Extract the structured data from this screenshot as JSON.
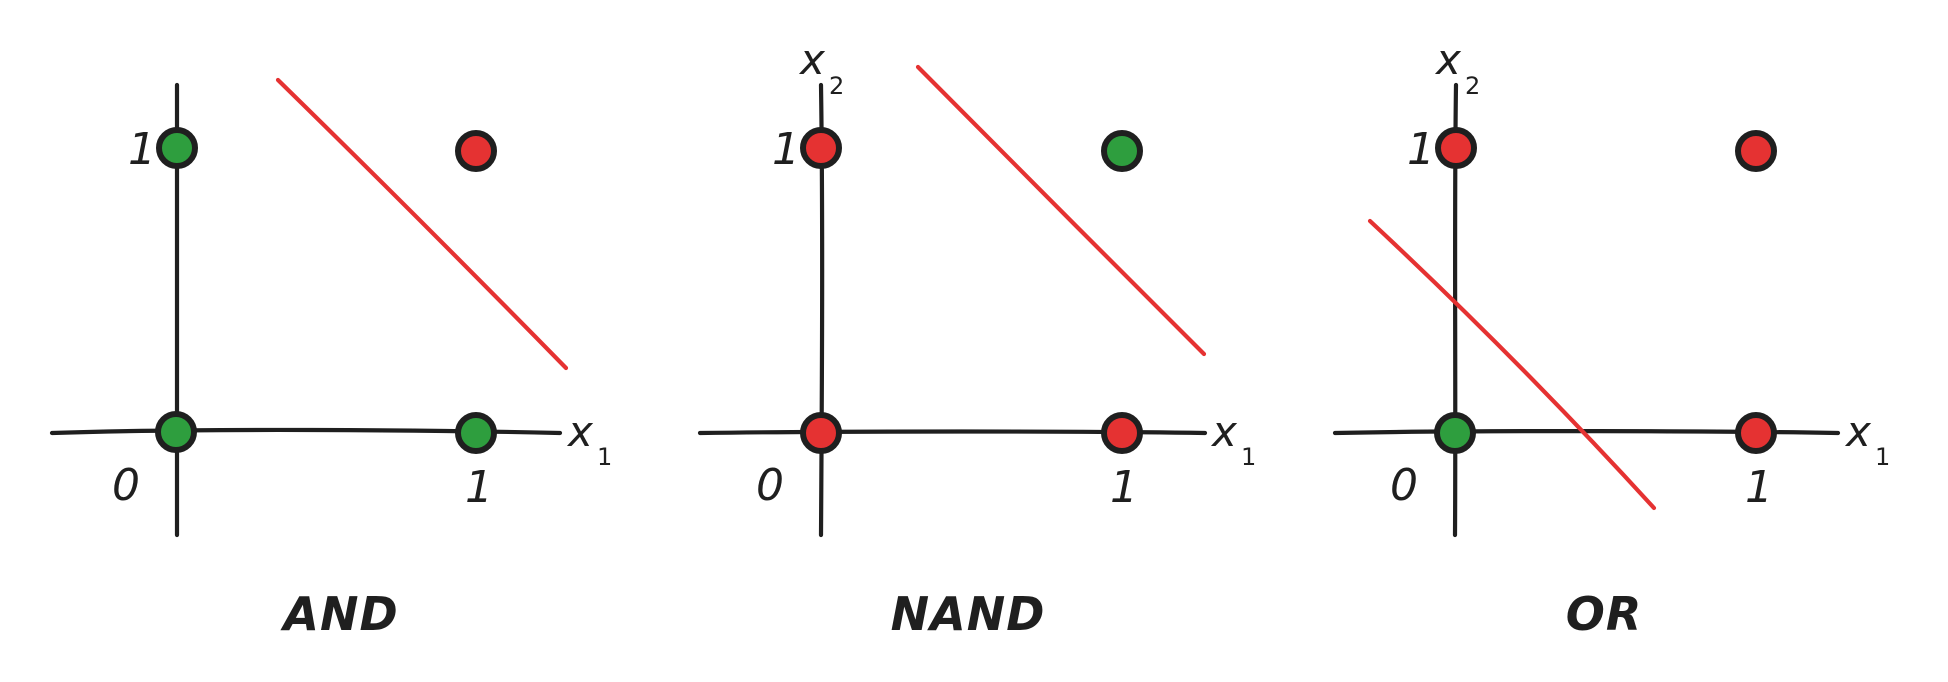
{
  "colors": {
    "axis": "#1f1f1f",
    "separator": "#e53232",
    "class_1": "#2e9e3e",
    "class_0": "#e53232"
  },
  "panels": [
    {
      "title": "AND",
      "tick_zero": "0",
      "tick_x_one": "1",
      "tick_y_one": "1",
      "x_var": "x",
      "x_sub": "1",
      "y_var": "",
      "y_sub": "",
      "points": [
        {
          "x": 0,
          "y": 0,
          "class": "class_1"
        },
        {
          "x": 1,
          "y": 0,
          "class": "class_1"
        },
        {
          "x": 0,
          "y": 1,
          "class": "class_1"
        },
        {
          "x": 1,
          "y": 1,
          "class": "class_0"
        }
      ]
    },
    {
      "title": "NAND",
      "tick_zero": "0",
      "tick_x_one": "1",
      "tick_y_one": "1",
      "x_var": "x",
      "x_sub": "1",
      "y_var": "x",
      "y_sub": "2",
      "points": [
        {
          "x": 0,
          "y": 0,
          "class": "class_0"
        },
        {
          "x": 1,
          "y": 0,
          "class": "class_0"
        },
        {
          "x": 0,
          "y": 1,
          "class": "class_0"
        },
        {
          "x": 1,
          "y": 1,
          "class": "class_1"
        }
      ]
    },
    {
      "title": "OR",
      "tick_zero": "0",
      "tick_x_one": "1",
      "tick_y_one": "1",
      "x_var": "x",
      "x_sub": "1",
      "y_var": "x",
      "y_sub": "2",
      "points": [
        {
          "x": 0,
          "y": 0,
          "class": "class_1"
        },
        {
          "x": 1,
          "y": 0,
          "class": "class_0"
        },
        {
          "x": 0,
          "y": 1,
          "class": "class_0"
        },
        {
          "x": 1,
          "y": 1,
          "class": "class_0"
        }
      ]
    }
  ]
}
